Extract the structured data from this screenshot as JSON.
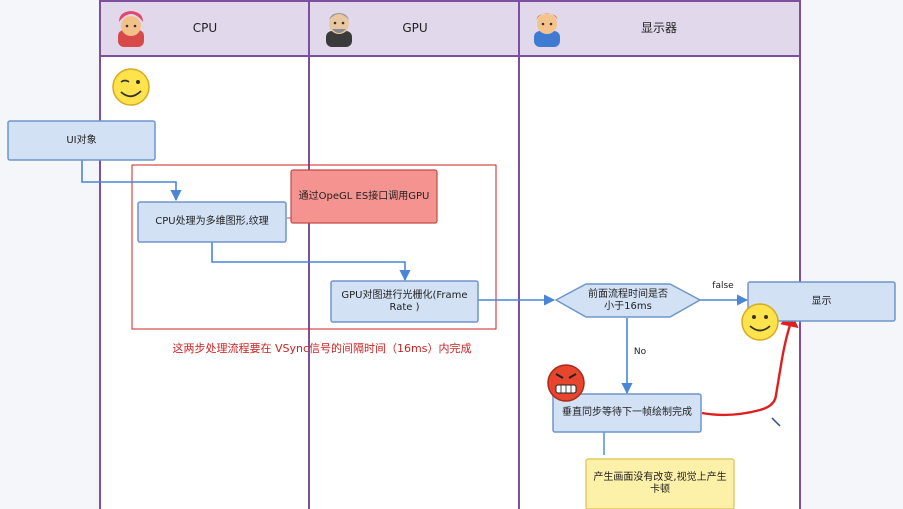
{
  "lanes": {
    "cpu": "CPU",
    "gpu": "GPU",
    "display": "显示器"
  },
  "nodes": {
    "ui_object": "UI对象",
    "cpu_process": "CPU处理为多维图形,纹理",
    "opengl_note": "通过OpeGL ES接口调用GPU",
    "gpu_raster": "GPU对图进行光栅化(Frame\nRate )",
    "decision": "前面流程时间是否\n小于16ms",
    "display_node": "显示",
    "vsync_wait": "垂直同步等待下一帧绘制完成",
    "stutter_note": "产生画面没有改变,视觉上产生\n卡顿"
  },
  "edges": {
    "false_label": "false",
    "no_label": "No"
  },
  "annotation": "这两步处理流程要在 VSync信号的间隔时间（16ms）内完成",
  "colors": {
    "lane_border": "#7e4f9e",
    "lane_header": "#e2d8ec",
    "box_fill": "#d3e1f5",
    "box_border": "#6e96cc",
    "arrow": "#4a86d6",
    "red_note_fill": "#f4938f",
    "red_note_border": "#c24b47",
    "yellow_note_fill": "#fdf0a8",
    "yellow_note_border": "#e0c24c",
    "highlight_rect": "#cc2222",
    "hand_drawn": "#e02020"
  },
  "icons": [
    "woman-avatar-icon",
    "man-avatar-icon",
    "worker-avatar-icon",
    "wink-smiley-icon",
    "smiley-icon",
    "angry-face-icon"
  ]
}
